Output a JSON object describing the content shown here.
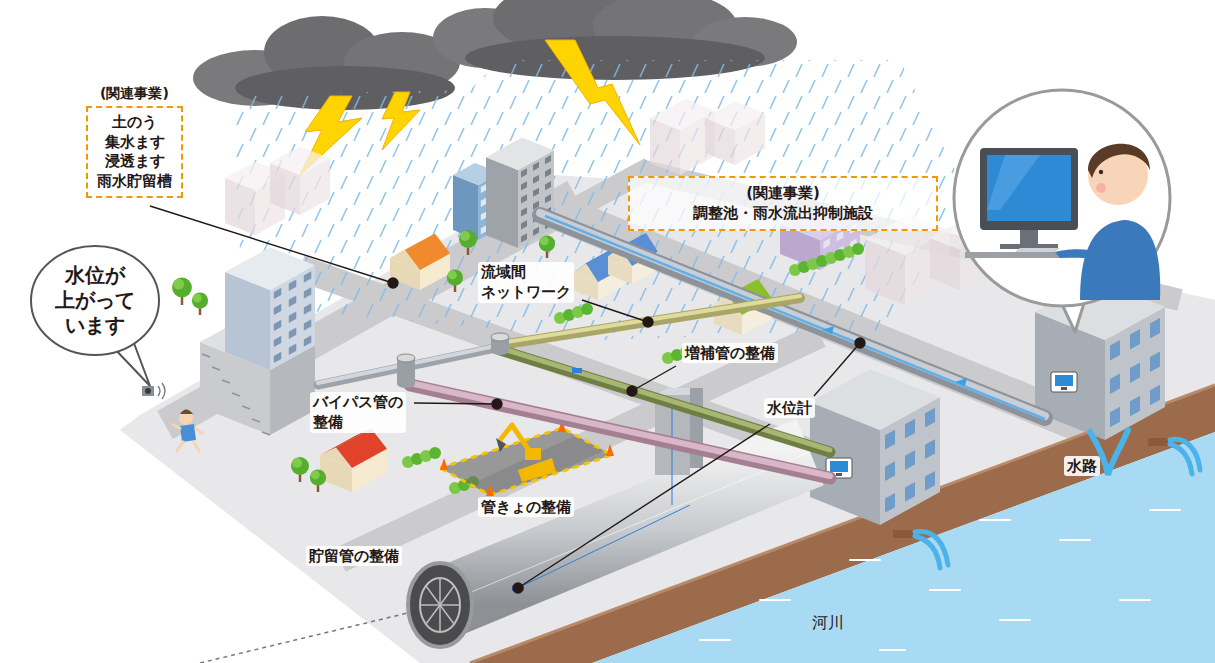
{
  "diagram": {
    "nodes": [
      {
        "text": [
          "(関連事業)",
          "土のう 集水ます 浸透ます 雨水貯留槽"
        ]
      },
      {
        "text": [
          "(関連事業)",
          "調整池・雨水流出抑制施設"
        ]
      },
      {
        "text": [
          "水位が 上がって います"
        ]
      }
    ],
    "labels": [
      "流域間 ネットワーク",
      "増補管の整備",
      "バイパス管の 整備",
      "水位計",
      "管きょの整備",
      "貯留管の整備",
      "水路",
      "河川"
    ]
  }
}
